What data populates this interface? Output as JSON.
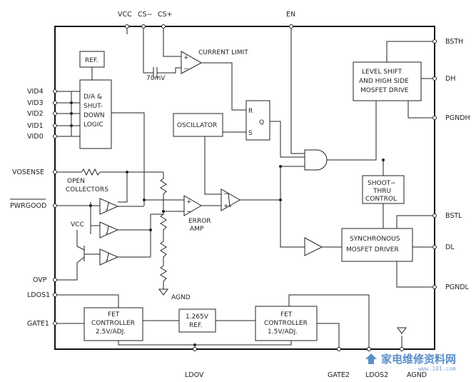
{
  "pins": {
    "vcc": "VCC",
    "cs_minus": "CS−",
    "cs_plus": "CS+",
    "en": "EN",
    "bsth": "BSTH",
    "dh": "DH",
    "pgndh": "PGNDH",
    "bstl": "BSTL",
    "dl": "DL",
    "pgndl": "PGNDL",
    "vid4": "VID4",
    "vid3": "VID3",
    "vid2": "VID2",
    "vid1": "VID1",
    "vid0": "VID0",
    "vosense": "VOSENSE",
    "pwrgood": "PWRGOOD",
    "ovp": "OVP",
    "ldos1": "LDOS1",
    "gate1": "GATE1",
    "ldov": "LDOV",
    "gate2": "GATE2",
    "ldos2": "LDOS2",
    "agnd_bottom": "AGND"
  },
  "blocks": {
    "ref": "REF.",
    "dac_lines": [
      "D/A &",
      "SHUT-",
      "DOWN",
      "LOGIC"
    ],
    "current_limit": "CURRENT LIMIT",
    "voltage_70mv": "70mV",
    "oscillator": "OSCILLATOR",
    "latch_r": "R",
    "latch_q": "Q",
    "latch_s": "S",
    "level_shift_lines": [
      "LEVEL SHIFT",
      "AND HIGH SIDE",
      "MOSFET DRIVE"
    ],
    "shoot_thru_lines": [
      "SHOOT−",
      "THRU",
      "CONTROL"
    ],
    "sync_driver_lines": [
      "SYNCHRONOUS",
      "MOSFET DRIVER"
    ],
    "open_collectors_lines": [
      "OPEN",
      "COLLECTORS"
    ],
    "vcc_internal": "VCC",
    "error_amp_lines": [
      "ERROR",
      "AMP"
    ],
    "agnd_internal": "AGND",
    "fet1_lines": [
      "FET",
      "CONTROLLER",
      "2.5V/ADJ."
    ],
    "ref_1265_lines": [
      "1.265V",
      "REF."
    ],
    "fet2_lines": [
      "FET",
      "CONTROLLER",
      "1.5V/ADJ."
    ]
  },
  "watermark": {
    "text": "家电维修资料网",
    "url": "www.101.com"
  }
}
